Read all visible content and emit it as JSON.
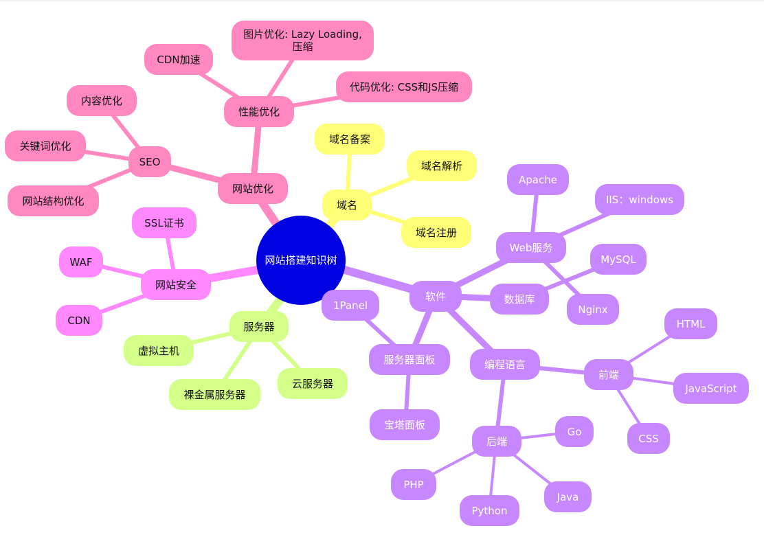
{
  "root": {
    "label": "网站搭建知识树"
  },
  "optimization": {
    "label": "网站优化",
    "performance": {
      "label": "性能优化",
      "cdn": "CDN加速",
      "image": "图片优化: Lazy Loading, 压缩",
      "code": "代码优化: CSS和JS压缩"
    },
    "seo": {
      "label": "SEO",
      "content": "内容优化",
      "keywords": "关键词优化",
      "structure": "网站结构优化"
    }
  },
  "domain": {
    "label": "域名",
    "filing": "域名备案",
    "resolve": "域名解析",
    "register": "域名注册"
  },
  "security": {
    "label": "网站安全",
    "ssl": "SSL证书",
    "waf": "WAF",
    "cdn": "CDN"
  },
  "server": {
    "label": "服务器",
    "virtual": "虚拟主机",
    "baremetal": "裸金属服务器",
    "cloud": "云服务器"
  },
  "software": {
    "label": "软件",
    "web": {
      "label": "Web服务",
      "apache": "Apache",
      "iis": "IIS：windows",
      "nginx": "Nginx"
    },
    "database": {
      "label": "数据库",
      "mysql": "MySQL"
    },
    "panel": {
      "label": "服务器面板",
      "onepanel": "1Panel",
      "bt": "宝塔面板"
    },
    "lang": {
      "label": "编程语言",
      "frontend": {
        "label": "前端",
        "html": "HTML",
        "js": "JavaScript",
        "css": "CSS"
      },
      "backend": {
        "label": "后端",
        "go": "Go",
        "php": "PHP",
        "python": "Python",
        "java": "Java"
      }
    }
  },
  "colors": {
    "optimization": "#ff88c0",
    "domain": "#ffff77",
    "security": "#ff88ff",
    "server": "#d4ff88",
    "software": "#c788ff",
    "root": "#0000e0"
  }
}
